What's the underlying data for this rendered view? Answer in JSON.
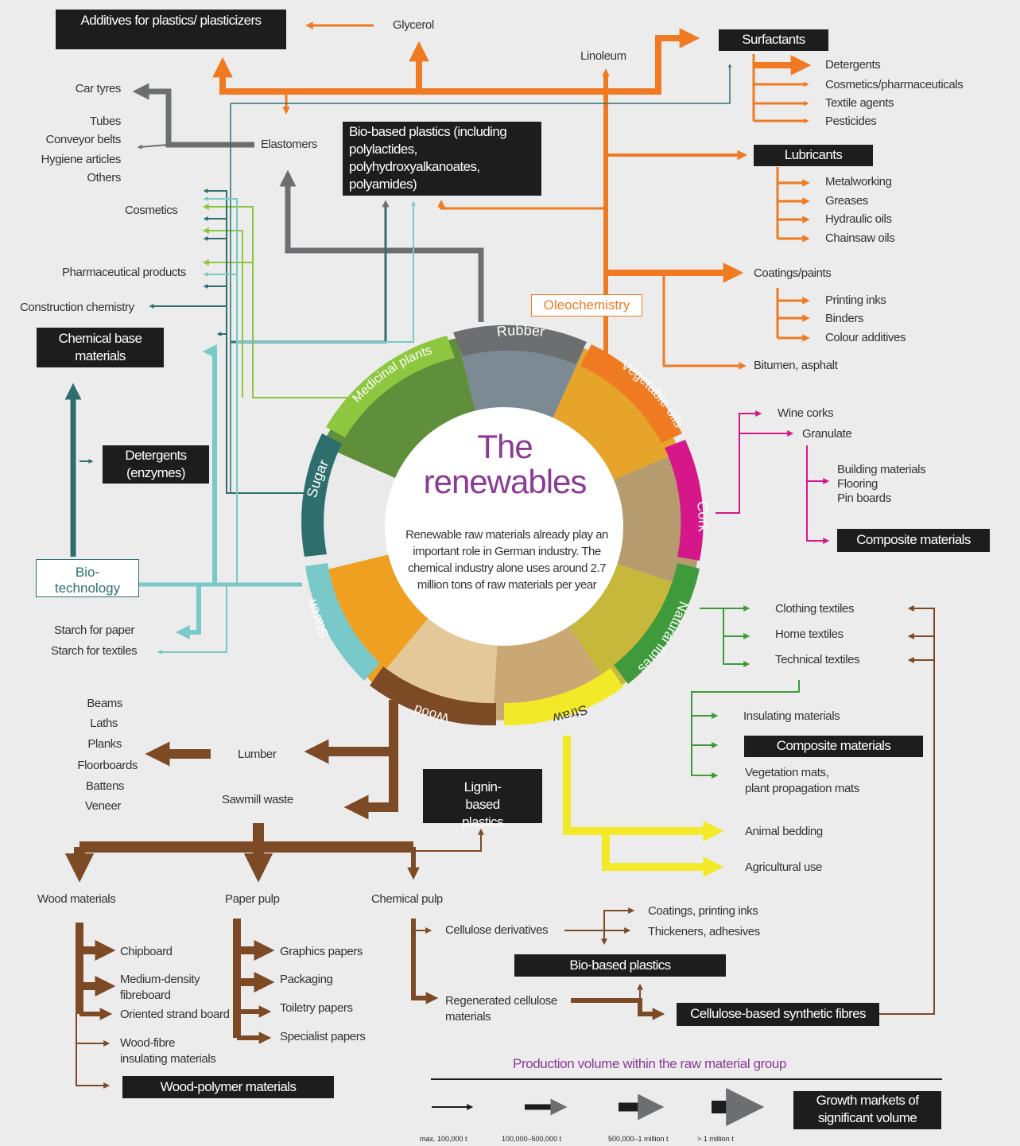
{
  "center": {
    "title_line1": "The",
    "title_line2": "renewables",
    "description": "Renewable raw materials already play an important role in German industry. The chemical industry alone uses around 2.7 million tons of raw materials per year"
  },
  "ring_segments": [
    {
      "label": "Rubber",
      "color": "#6d6e70"
    },
    {
      "label": "Vegetable oils",
      "color": "#ef7a22"
    },
    {
      "label": "Cork",
      "color": "#d6178a"
    },
    {
      "label": "Natural fibres",
      "color": "#3f9a3b"
    },
    {
      "label": "Straw",
      "color": "#f2ea28"
    },
    {
      "label": "Wood",
      "color": "#7d4a26"
    },
    {
      "label": "Starch",
      "color": "#79c9c9"
    },
    {
      "label": "Sugar",
      "color": "#2e6f6e"
    },
    {
      "label": "Medicinal plants",
      "color": "#8dc63f"
    }
  ],
  "boxes": {
    "additives": "Additives for plastics/ plasticizers",
    "surfactants": "Surfactants",
    "bio_based_plastics_top": "Bio-based plastics (including polylactides, polyhydroxyalkanoates, polyamides)",
    "lubricants": "Lubricants",
    "chemical_base": "Chemical base materials",
    "detergents_enzymes": "Detergents (enzymes)",
    "biotechnology": "Bio-technology",
    "oleochemistry": "Oleochemistry",
    "composite_cork": "Composite materials",
    "composite_fibre": "Composite materials",
    "lignin": "Lignin-based plastics",
    "bio_based_plastics_bottom": "Bio-based plastics",
    "cellulose_fibres": "Cellulose-based synthetic fibres",
    "wood_polymer": "Wood-polymer materials",
    "growth_markets": "Growth markets of significant volume"
  },
  "labels": {
    "glycerol": "Glycerol",
    "linoleum": "Linoleum",
    "car_tyres": "Car tyres",
    "tubes": "Tubes",
    "conveyor_belts": "Conveyor belts",
    "hygiene": "Hygiene articles",
    "others": "Others",
    "elastomers": "Elastomers",
    "cosmetics": "Cosmetics",
    "pharma": "Pharmaceutical products",
    "construction_chem": "Construction chemistry",
    "starch_paper": "Starch for paper",
    "starch_textiles": "Starch for textiles",
    "detergents": "Detergents",
    "cosmetics_pharma": "Cosmetics/pharmaceuticals",
    "textile_agents": "Textile agents",
    "pesticides": "Pesticides",
    "metalworking": "Metalworking",
    "greases": "Greases",
    "hydraulic": "Hydraulic oils",
    "chainsaw": "Chainsaw oils",
    "coatings_paints": "Coatings/paints",
    "printing_inks": "Printing inks",
    "binders": "Binders",
    "colour_add": "Colour additives",
    "bitumen": "Bitumen, asphalt",
    "wine_corks": "Wine corks",
    "granulate": "Granulate",
    "building_materials": "Building materials",
    "flooring": "Flooring",
    "pin_boards": "Pin boards",
    "clothing_textiles": "Clothing textiles",
    "home_textiles": "Home textiles",
    "technical_textiles": "Technical textiles",
    "insulating": "Insulating materials",
    "vegetation_mats": "Vegetation mats,",
    "plant_mats": "plant propagation mats",
    "animal_bedding": "Animal bedding",
    "agricultural": "Agricultural use",
    "beams": "Beams",
    "laths": "Laths",
    "planks": "Planks",
    "floorboards": "Floorboards",
    "battens": "Battens",
    "veneer": "Veneer",
    "lumber": "Lumber",
    "sawmill": "Sawmill waste",
    "wood_materials": "Wood materials",
    "paper_pulp": "Paper pulp",
    "chemical_pulp": "Chemical pulp",
    "chipboard": "Chipboard",
    "mdf1": "Medium-density",
    "mdf2": "fibreboard",
    "osb": "Oriented strand board",
    "wood_fibre1": "Wood-fibre",
    "wood_fibre2": "insulating materials",
    "graphics": "Graphics papers",
    "packaging": "Packaging",
    "toiletry": "Toiletry papers",
    "specialist": "Specialist papers",
    "cellulose_deriv": "Cellulose derivatives",
    "coatings_inks": "Coatings, printing inks",
    "thickeners": "Thickeners, adhesives",
    "regen1": "Regenerated cellulose",
    "regen2": "materials"
  },
  "legend": {
    "title": "Production volume within the raw material group",
    "items": [
      "max. 100,000 t",
      "100,000–500,000 t",
      "500,000–1 million t",
      "> 1 million t"
    ]
  },
  "colors": {
    "orange": "#ef7a22",
    "grey": "#6d6e70",
    "magenta": "#d6178a",
    "green": "#3f9a3b",
    "yellow": "#f2ea28",
    "brown": "#7d4a26",
    "teal_light": "#79c9c9",
    "teal_dark": "#2e6f6e",
    "lime": "#8dc63f",
    "purple": "#8b3a96"
  }
}
